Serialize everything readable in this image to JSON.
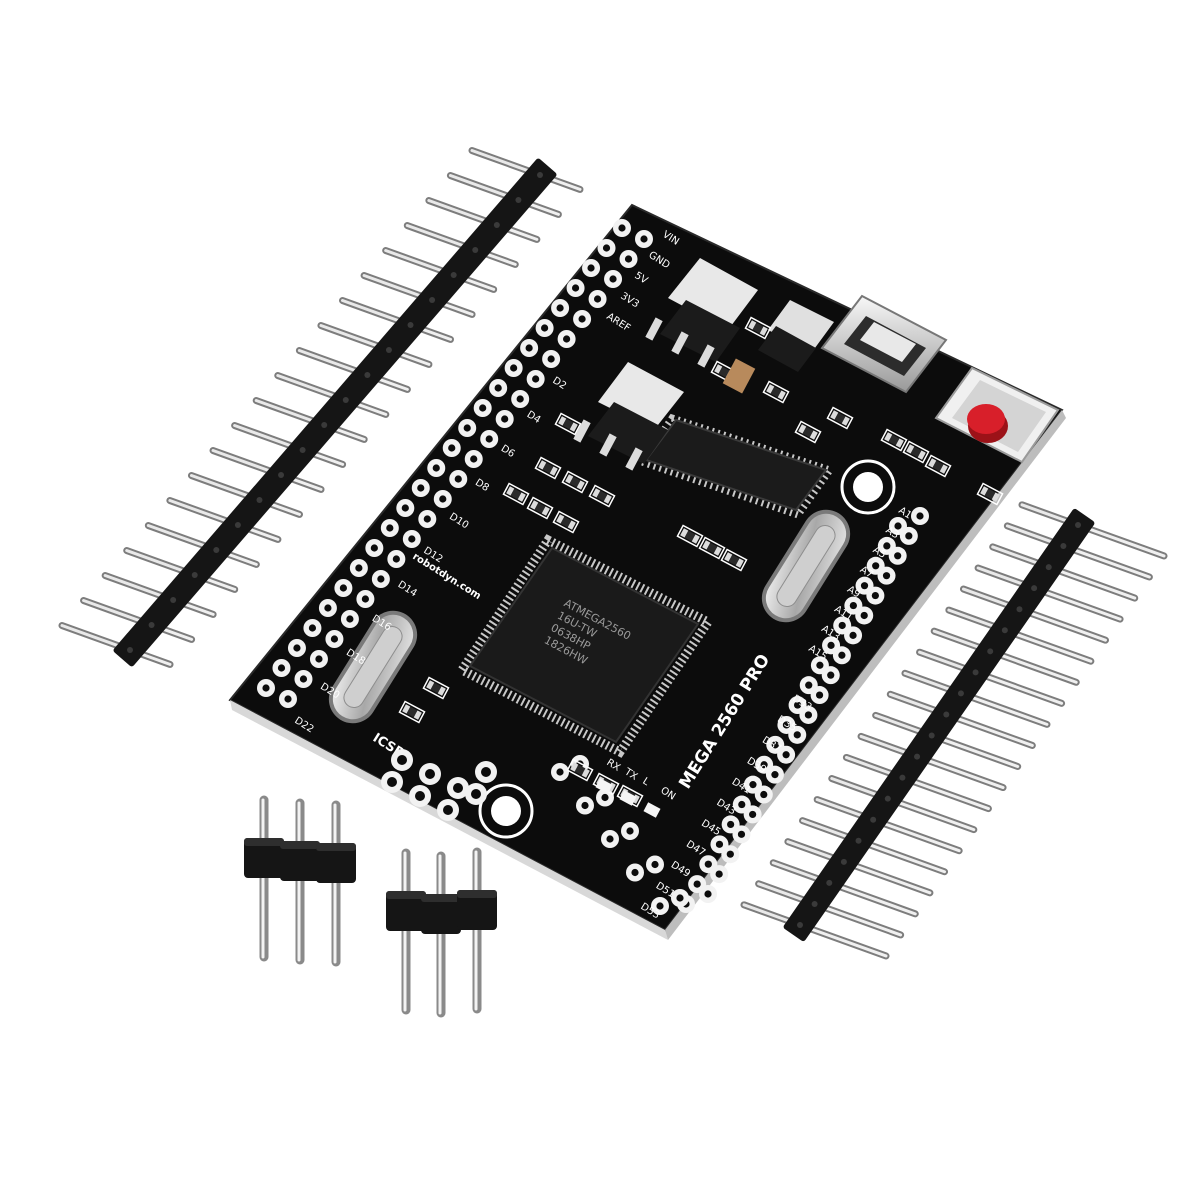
{
  "scene": {
    "background": "#ffffff",
    "board_color": "#0b0b0b",
    "pad_color": "#f2f2f2",
    "silk_color": "#ffffff",
    "pin_color": "#c9c9c9",
    "header_body_color": "#151515",
    "button_color": "#d81f2a"
  },
  "board": {
    "model_label": "MEGA 2560 PRO",
    "mcu_marking_1": "ATMEGA2560",
    "mcu_marking_2": "16U-TW",
    "mcu_marking_3": "0638HP",
    "mcu_marking_4": "1826HW",
    "maker_label": "robotdyn.com",
    "icsp_label": "ICSP",
    "power_labels": [
      "VIN",
      "GND",
      "5V",
      "3V3",
      "AREF"
    ],
    "analog_labels": [
      "A1",
      "A3",
      "A5",
      "A7",
      "A9",
      "A11",
      "A13",
      "A15"
    ],
    "digital_labels_left": [
      "D2",
      "D4",
      "D6",
      "D8",
      "D10",
      "D12",
      "D14",
      "D16",
      "D18",
      "D20",
      "D22"
    ],
    "digital_labels_bottom": [
      "D33",
      "D35",
      "D37",
      "D39",
      "D41",
      "D43",
      "D45",
      "D47",
      "D49",
      "D51",
      "D53"
    ],
    "led_labels": [
      "RX",
      "TX",
      "L",
      "ON"
    ]
  }
}
